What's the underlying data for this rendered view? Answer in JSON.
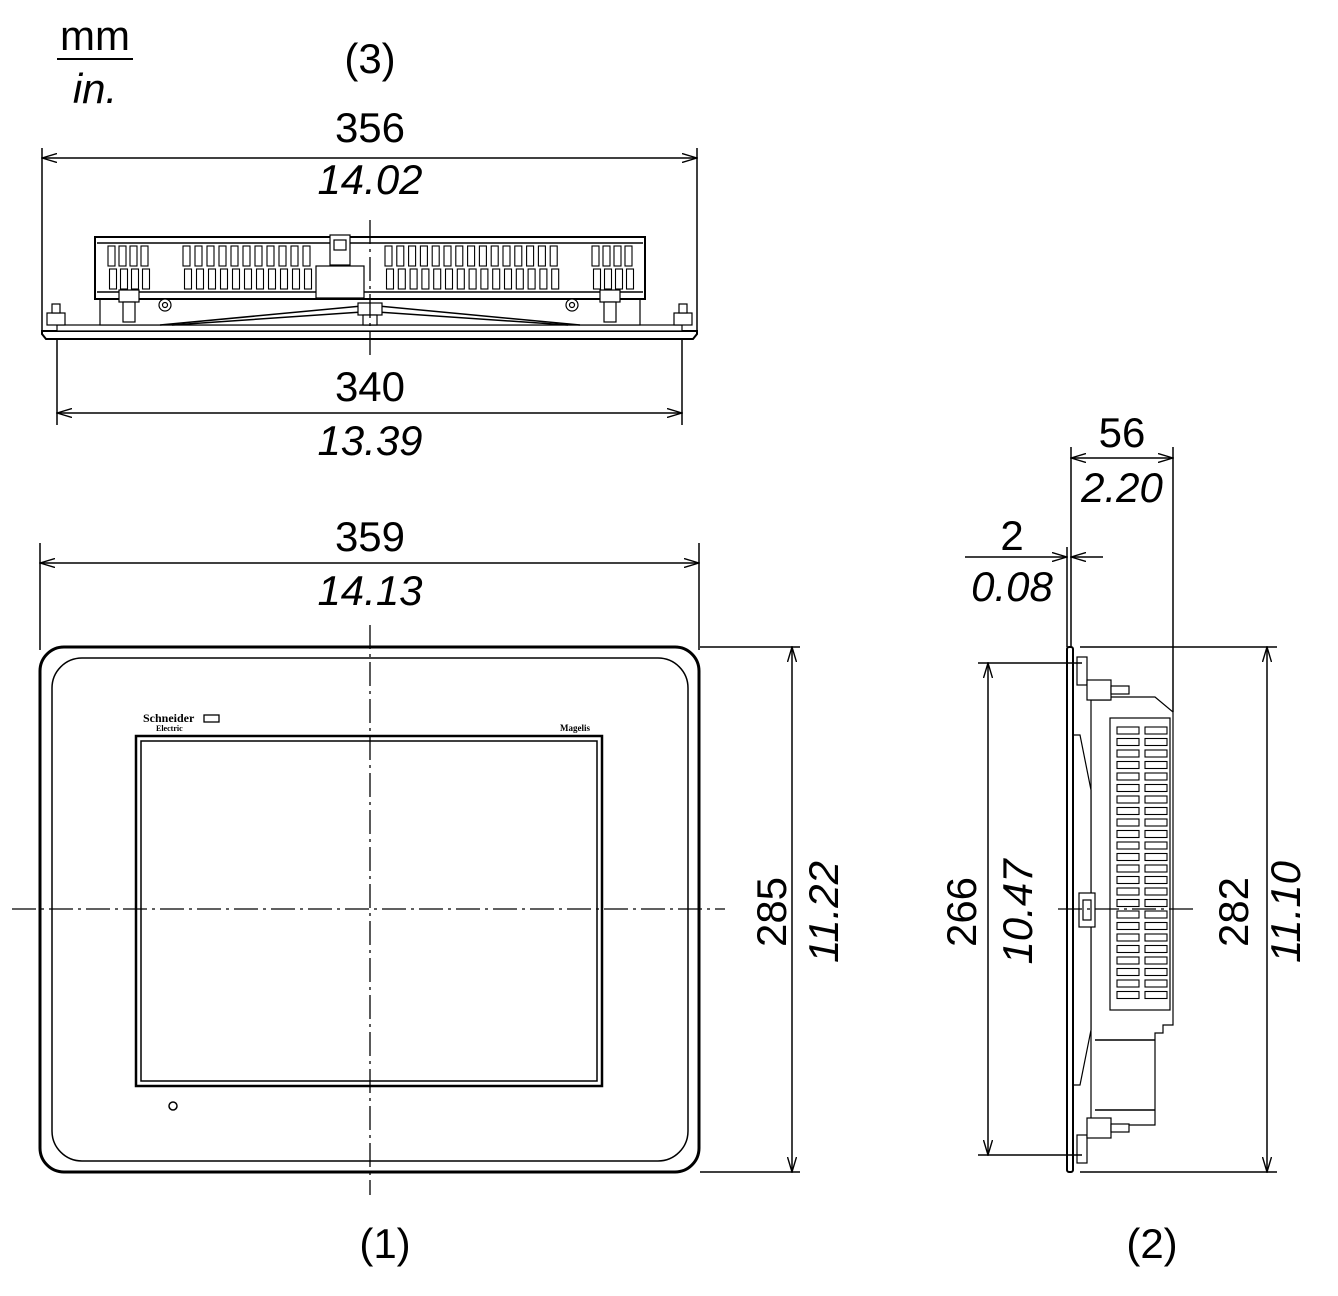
{
  "units": {
    "top": "mm",
    "bottom": "in."
  },
  "views": {
    "top": {
      "label": "(3)",
      "dim_outer": {
        "mm": "356",
        "in": "14.02"
      },
      "dim_flange": {
        "mm": "340",
        "in": "13.39"
      }
    },
    "front": {
      "label": "(1)",
      "dim_width": {
        "mm": "359",
        "in": "14.13"
      },
      "dim_height": {
        "mm": "285",
        "in": "11.22"
      },
      "logo": {
        "brand": "Schneider",
        "brand_sub": "Electric",
        "product": "Magelis"
      }
    },
    "side": {
      "label": "(2)",
      "dim_depth": {
        "mm": "56",
        "in": "2.20"
      },
      "dim_plate": {
        "mm": "2",
        "in": "0.08"
      },
      "dim_inner_height": {
        "mm": "266",
        "in": "10.47"
      },
      "dim_outer_height": {
        "mm": "282",
        "in": "11.10"
      }
    }
  },
  "colors": {
    "line": "#000000",
    "background": "#ffffff"
  }
}
